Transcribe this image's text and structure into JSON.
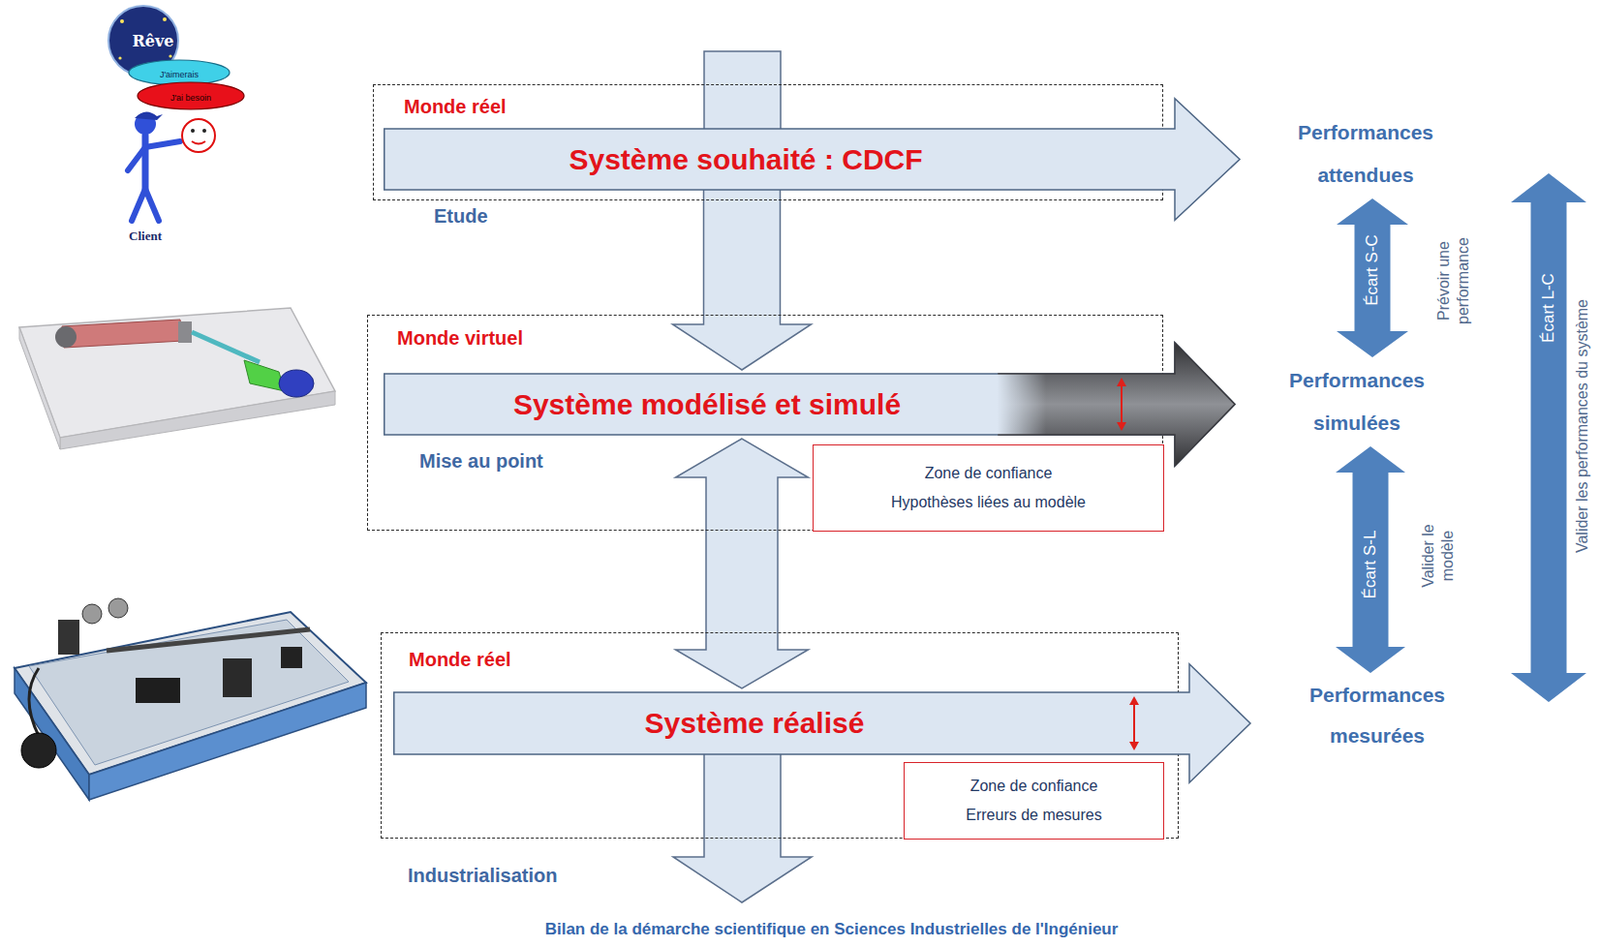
{
  "diagram": {
    "caption": "Bilan de la démarche scientifique en Sciences Industrielles de l'Ingénieur",
    "nodes": [
      {
        "text": [
          "Monde réel"
        ]
      },
      {
        "text": [
          "Système souhaité : CDCF"
        ],
        "in": 0
      },
      {
        "text": [
          "Monde virtuel",
          "Mise au point"
        ]
      },
      {
        "text": [
          "Système modélisé et simulé"
        ],
        "in": 2
      },
      {
        "text": [
          "Zone de confiance",
          "Hypothèses liées au modèle"
        ],
        "in": 2
      },
      {
        "text": [
          "Monde réel"
        ]
      },
      {
        "text": [
          "Système réalisé"
        ],
        "in": 5
      },
      {
        "text": [
          "Zone de confiance",
          "Erreurs de mesures"
        ],
        "in": 5
      },
      {
        "text": [
          "Performances attendues"
        ]
      },
      {
        "text": [
          "Performances simulées"
        ]
      },
      {
        "text": [
          "Performances mesurées"
        ]
      }
    ],
    "edges": [
      {
        "from": 1,
        "to": 3,
        "arrow": "to"
      },
      {
        "from": 3,
        "to": 6,
        "arrow": "both"
      },
      {
        "from": 8,
        "to": 9,
        "label": "Écart S-C",
        "arrow": "both"
      },
      {
        "from": 9,
        "to": 10,
        "label": "Écart S-L",
        "arrow": "both"
      },
      {
        "from": 8,
        "to": 10,
        "label": "Écart L-C",
        "arrow": "both"
      }
    ],
    "labels": [
      "Rêve",
      "J'aimerais",
      "J'ai besoin",
      "Client",
      "Etude",
      "Industrialisation",
      "Prévoir une performance",
      "Valider le modèle",
      "Valider les performances du système"
    ]
  }
}
